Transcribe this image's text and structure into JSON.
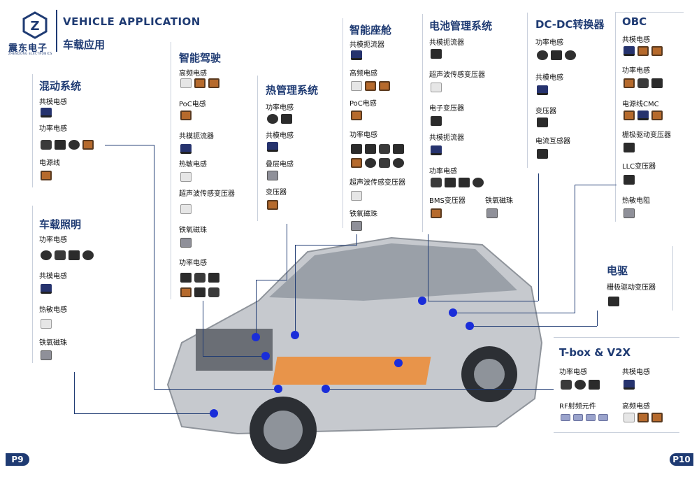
{
  "header": {
    "brand_cn": "震东电子",
    "brand_en": "ZHENDONG ELECTRONICS",
    "title_en": "VEHICLE APPLICATION",
    "title_cn": "车载应用"
  },
  "sections": {
    "hybrid": {
      "title": "混动系统",
      "items": [
        "共模电感",
        "功率电感",
        "电源线"
      ]
    },
    "lighting": {
      "title": "车载照明",
      "items": [
        "功率电感",
        "共模电感",
        "热敏电感",
        "铁氧磁珠"
      ]
    },
    "adas": {
      "title": "智能驾驶",
      "items": [
        "高频电感",
        "PoC电感",
        "共模扼流器",
        "热敏电感",
        "超声波传感变压器",
        "铁氧磁珠",
        "功率电感"
      ]
    },
    "thermal": {
      "title": "热管理系统",
      "items": [
        "功率电感",
        "共模电感",
        "叠层电感",
        "变压器"
      ]
    },
    "cockpit": {
      "title": "智能座舱",
      "items": [
        "共模扼流器",
        "高频电感",
        "PoC电感",
        "功率电感",
        "超声波传感变压器",
        "铁氧磁珠"
      ]
    },
    "bms": {
      "title": "电池管理系统",
      "items": [
        "共模扼流器",
        "超声波传感变压器",
        "电子变压器",
        "共模扼流器",
        "功率电感",
        "BMS变压器",
        "铁氧磁珠"
      ]
    },
    "dcdc": {
      "title": "DC-DC转换器",
      "items": [
        "功率电感",
        "共模电感",
        "变压器",
        "电流互感器"
      ]
    },
    "obc": {
      "title": "OBC",
      "items": [
        "共模电感",
        "功率电感",
        "电源线CMC",
        "栅极驱动变压器",
        "LLC变压器",
        "热敏电阻"
      ]
    },
    "edrive": {
      "title": "电驱",
      "items": [
        "栅极驱动变压器"
      ]
    },
    "tbox": {
      "title": "T-box & V2X",
      "items": [
        "功率电感",
        "共模电感",
        "RF射频元件",
        "高频电感"
      ]
    }
  },
  "pages": {
    "left": "P9",
    "right": "P10"
  },
  "colors": {
    "brand": "#1f3b73",
    "dot": "#1a2dd9",
    "battery": "#e8944a"
  },
  "icons": {
    "logo": "zd-logo-icon"
  }
}
